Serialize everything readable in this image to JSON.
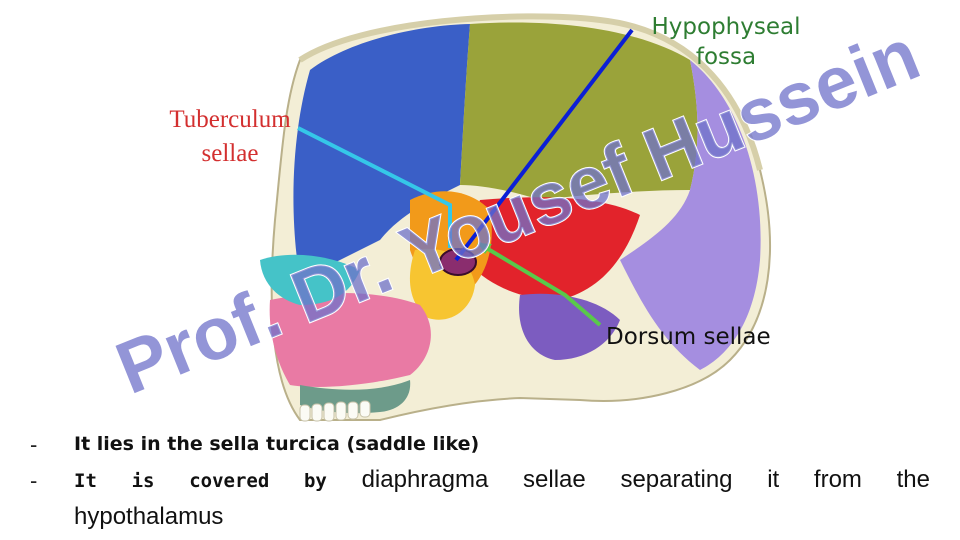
{
  "labels": {
    "hypophyseal_fossa": [
      "Hypophyseal",
      "fossa"
    ],
    "tuberculum_sellae": [
      "Tuberculum",
      "sellae"
    ],
    "dorsum_sellae": "Dorsum sellae"
  },
  "watermark": "Prof. Dr. Yousef Hussein",
  "bullets": [
    {
      "marker": "-",
      "text": "It lies in the sella turcica (saddle like)"
    },
    {
      "marker": "-",
      "words": [
        "It",
        "is",
        "covered",
        "by",
        "diaphragma",
        "sellae",
        "separating",
        "it",
        "from",
        "the"
      ],
      "continuation": "hypothalamus"
    }
  ],
  "colors": {
    "hypophyseal_label": "#2e7d32",
    "tuberculum_label": "#d32f2f",
    "dorsum_label": "#111111",
    "hypophyseal_pointer": "#0b1fd6",
    "tuberculum_pointer": "#35c7e8",
    "dorsum_pointer": "#59c94a",
    "watermark": "#6f72c9"
  }
}
